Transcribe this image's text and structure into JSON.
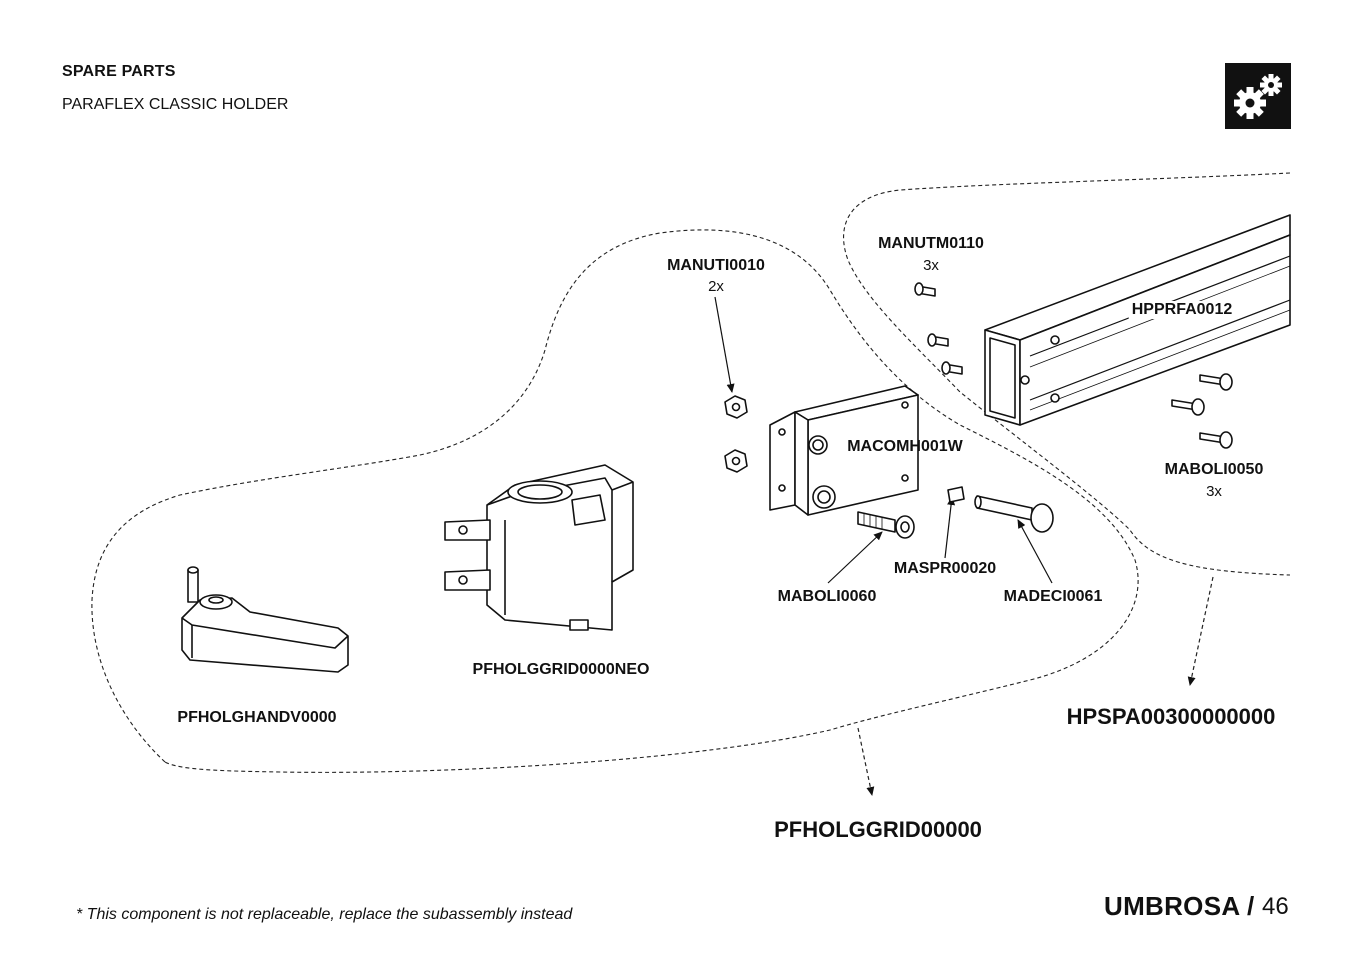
{
  "header": {
    "title": "SPARE PARTS",
    "subtitle": "PARAFLEX CLASSIC HOLDER",
    "icon": "gears-icon"
  },
  "parts": {
    "manuti0010": {
      "code": "MANUTI0010",
      "qty": "2x"
    },
    "manutm0110": {
      "code": "MANUTM0110",
      "qty": "3x"
    },
    "hpprfa0012": {
      "code": "HPPRFA0012"
    },
    "macomh001w": {
      "code": "MACOMH001W"
    },
    "maboli0050": {
      "code": "MABOLI0050",
      "qty": "3x"
    },
    "maspr00020": {
      "code": "MASPR00020"
    },
    "maboli0060": {
      "code": "MABOLI0060"
    },
    "madeci0061": {
      "code": "MADECI0061"
    },
    "pfholggrid0000neo": {
      "code": "PFHOLGGRID0000NEO"
    },
    "pfholghandv0000": {
      "code": "PFHOLGHANDV0000"
    }
  },
  "assemblies": {
    "hpspa": "HPSPA00300000000",
    "pfholggrid": "PFHOLGGRID00000"
  },
  "footer": {
    "note": "* This component is not replaceable, replace the subassembly instead",
    "brand": "UMBROSA /",
    "page": "46"
  }
}
